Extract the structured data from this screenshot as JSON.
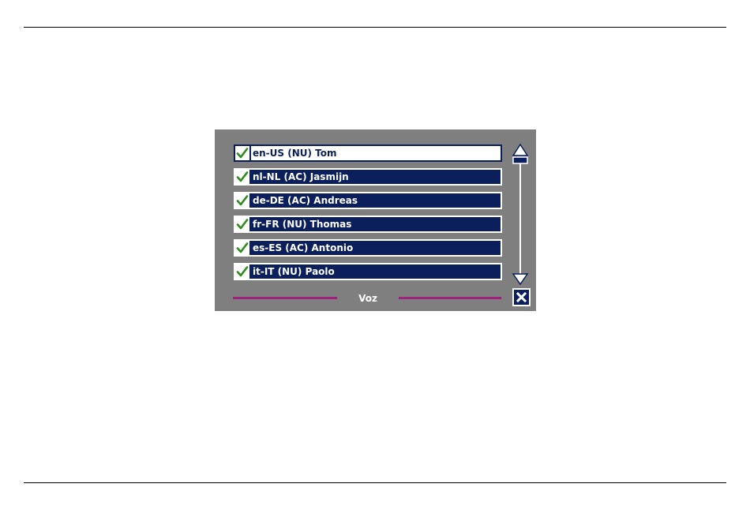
{
  "panel": {
    "items": [
      {
        "label": "en-US (NU) Tom",
        "checked": true,
        "selected": true
      },
      {
        "label": "nl-NL (AC) Jasmijn",
        "checked": true,
        "selected": false
      },
      {
        "label": "de-DE (AC) Andreas",
        "checked": true,
        "selected": false
      },
      {
        "label": "fr-FR (NU) Thomas",
        "checked": true,
        "selected": false
      },
      {
        "label": "es-ES (AC) Antonio",
        "checked": true,
        "selected": false
      },
      {
        "label": "it-IT (NU) Paolo",
        "checked": true,
        "selected": false
      }
    ],
    "title": "Voz"
  },
  "colors": {
    "panel_bg": "#7f7f7f",
    "item_bg": "#0a1f5c",
    "check": "#2e8b1e",
    "accent_bar": "#a0207f"
  },
  "icons": {
    "check": "checkmark-icon",
    "scroll_up": "triangle-up-icon",
    "scroll_down": "triangle-down-icon",
    "close": "close-x-icon"
  }
}
